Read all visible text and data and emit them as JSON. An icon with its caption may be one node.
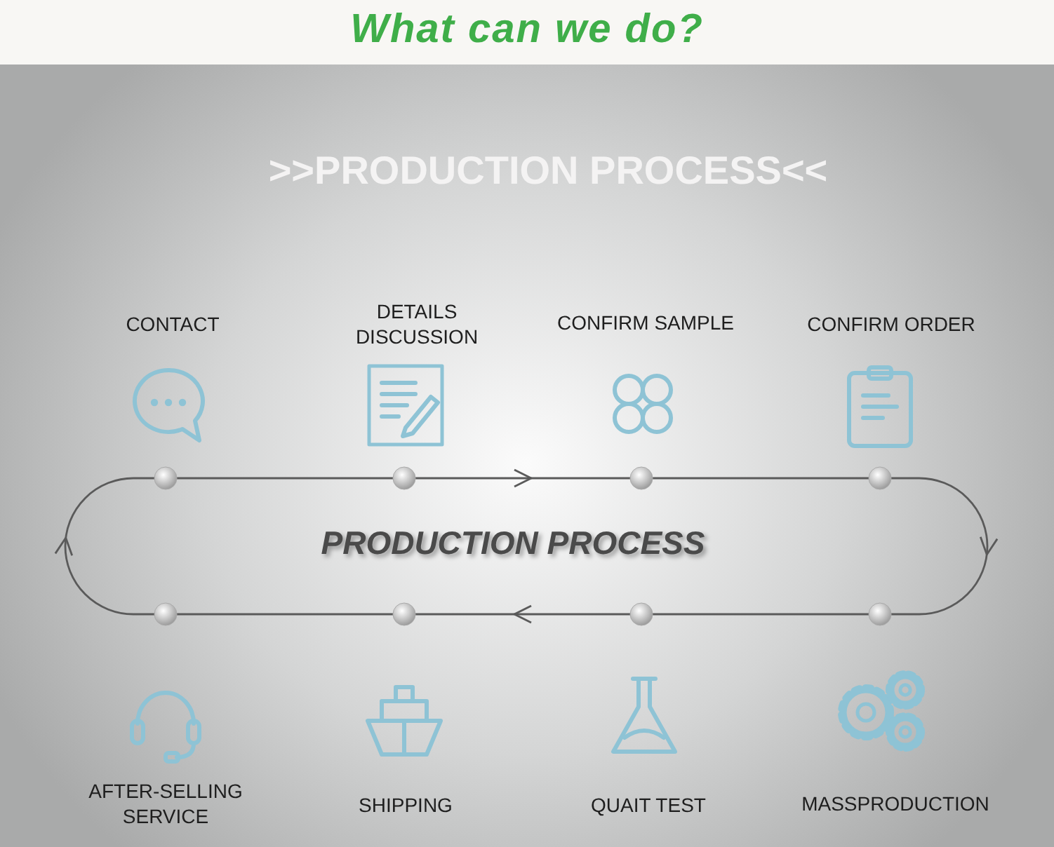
{
  "diagram": {
    "title": "What can we do?",
    "nodes": [
      {
        "text": [],
        "shape": "circle"
      },
      {
        "text": [],
        "shape": "circle"
      },
      {
        "text": [],
        "shape": "circle"
      },
      {
        "text": [],
        "shape": "circle"
      },
      {
        "text": [],
        "shape": "circle"
      },
      {
        "text": [],
        "shape": "circle"
      },
      {
        "text": [],
        "shape": "circle"
      },
      {
        "text": [],
        "shape": "circle"
      }
    ],
    "edges": [
      {
        "from": 0,
        "to": 1,
        "arrow": "none"
      },
      {
        "from": 1,
        "to": 2,
        "arrow": "to"
      },
      {
        "from": 2,
        "to": 3,
        "arrow": "none"
      },
      {
        "from": 3,
        "to": 7,
        "arrow": "to"
      },
      {
        "from": 7,
        "to": 6,
        "arrow": "none"
      },
      {
        "from": 6,
        "to": 5,
        "arrow": "to"
      },
      {
        "from": 5,
        "to": 4,
        "arrow": "none"
      },
      {
        "from": 4,
        "to": 0,
        "arrow": "to"
      }
    ],
    "labels": [
      ">>PRODUCTION PROCESS<<",
      "CONTACT",
      "DETAILS DISCUSSION",
      "CONFIRM SAMPLE",
      "CONFIRM ORDER",
      "PRODUCTION PROCESS",
      "AFTER-SELLING SERVICE",
      "SHIPPING",
      "QUAIT TEST",
      "MASSPRODUCTION"
    ]
  }
}
